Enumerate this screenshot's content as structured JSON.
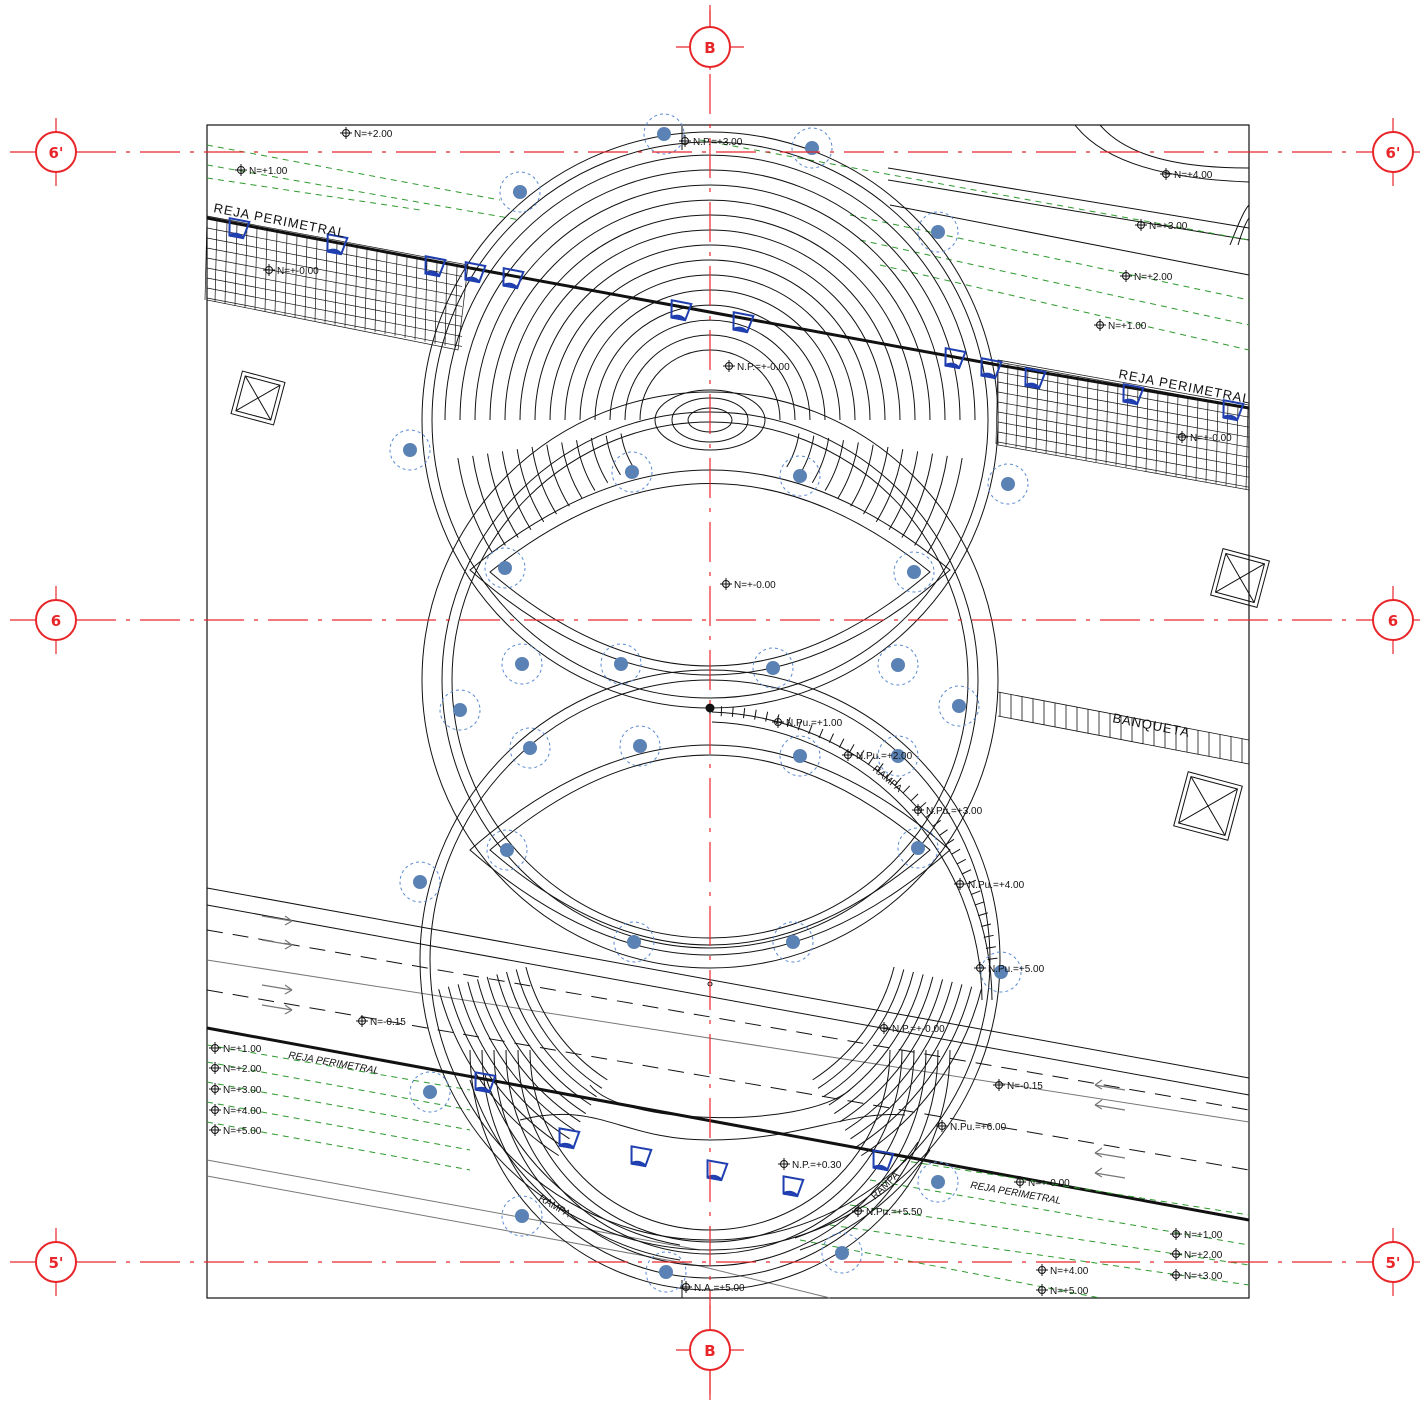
{
  "axis_labels": {
    "top": "B",
    "bottom": "B",
    "upper_left": "6'",
    "upper_right": "6'",
    "mid_left": "6",
    "mid_right": "6",
    "lower_left": "5'",
    "lower_right": "5'"
  },
  "texts": {
    "reja_1": "REJA PERIMETRAL",
    "reja_2": "REJA PERIMETRAL",
    "reja_3": "REJA PERIMETRAL",
    "reja_4": "REJA PERIMETRAL",
    "banqueta": "BANQUETA",
    "rampa_1": "RAMPA",
    "rampa_2": "RAMPA",
    "rampa_3": "RAMPA"
  },
  "levels": [
    "N=+2.00",
    "N=+1.00",
    "N.P.=+3.00",
    "N=+-0.00",
    "N.P.=+-0.00",
    "N=+4.00",
    "N=+3.00",
    "N=+2.00",
    "N=+1.00",
    "N=+-0.00",
    "N=+-0.00",
    "N.Pu.=+1.00",
    "N.Pu.=+2.00",
    "N.Pu.=+3.00",
    "N.Pu.=+4.00",
    "N.Pu.=+5.00",
    "N.P.=+-0.00",
    "N=-0.15",
    "N=-0.15",
    "N=+1.00",
    "N=+2.00",
    "N=+3.00",
    "N=+4.00",
    "N=+5.00",
    "N.Pu.=+6.00",
    "N.P.=+0.30",
    "N=+-0.00",
    "N.Pu.=+5.50",
    "N=+1.00",
    "N=+2.00",
    "N=+3.00",
    "N=+4.00",
    "N=+5.00",
    "N.A.=+5.00"
  ],
  "colors": {
    "axis_red": "#e8262a",
    "tree_fill": "#5b82b5",
    "tree_ring": "#5b8ad0",
    "fixture_blue": "#1f3fb0",
    "green_dash": "#2e9a2e",
    "line_black": "#111111"
  }
}
